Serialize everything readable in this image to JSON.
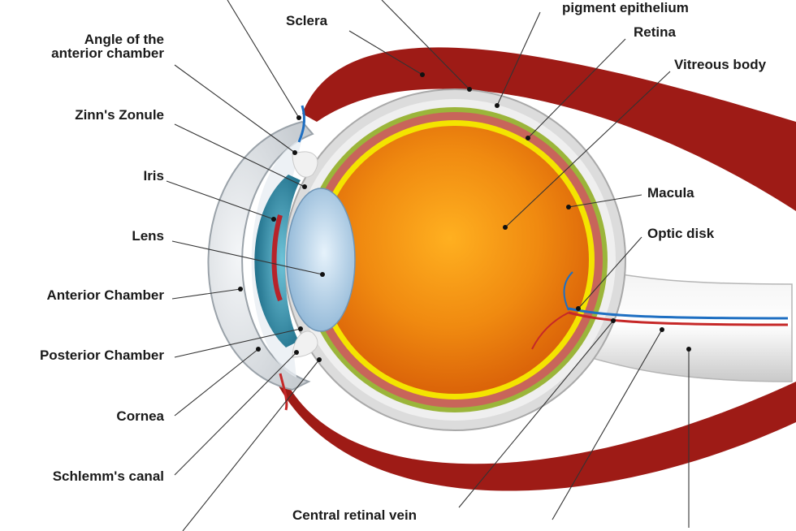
{
  "labels": {
    "sclera": "Sclera",
    "pigment_epithelium": "pigment epithelium",
    "retina": "Retina",
    "angle_of_anterior_chamber": "Angle of the\nanterior chamber",
    "vitreous_body": "Vitreous body",
    "zinns_zonule": "Zinn's Zonule",
    "iris": "Iris",
    "macula": "Macula",
    "lens": "Lens",
    "optic_disk": "Optic disk",
    "anterior_chamber": "Anterior Chamber",
    "posterior_chamber": "Posterior Chamber",
    "cornea": "Cornea",
    "schlemms_canal": "Schlemm's canal",
    "central_retinal_vein": "Central retinal vein"
  }
}
